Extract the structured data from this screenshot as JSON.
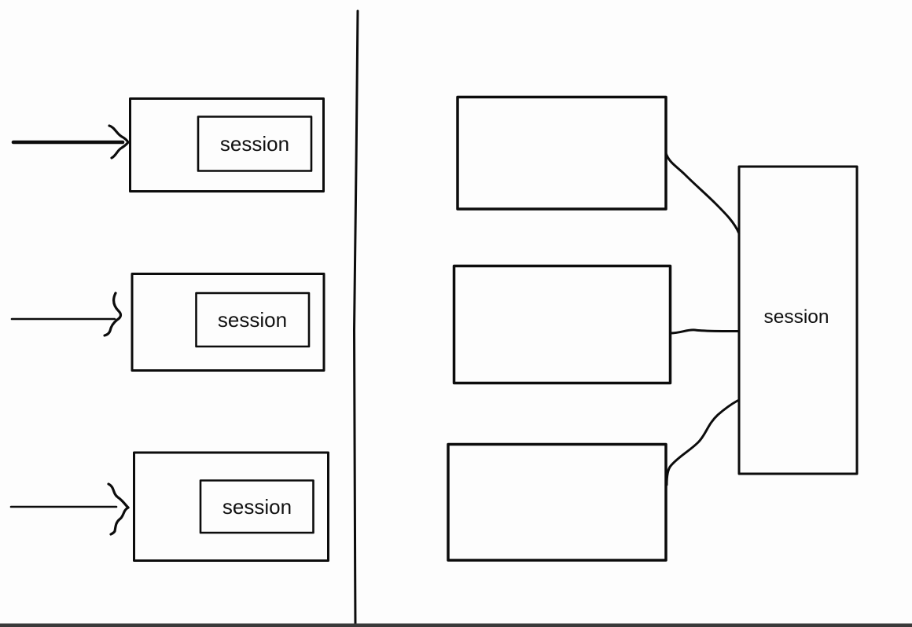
{
  "diagram": {
    "title_hint": "hand-drawn session diagram",
    "left_panel": {
      "boxes": [
        {
          "label": "session"
        },
        {
          "label": "session"
        },
        {
          "label": "session"
        }
      ],
      "arrow_count": 3
    },
    "right_panel": {
      "plain_box_count": 3,
      "session_box_label": "session",
      "connector_count": 3
    },
    "colors": {
      "line": "#0c0c0c",
      "text": "#111111",
      "background": "#fdfdfd",
      "bottom_edge": "#3a3a3a"
    }
  }
}
